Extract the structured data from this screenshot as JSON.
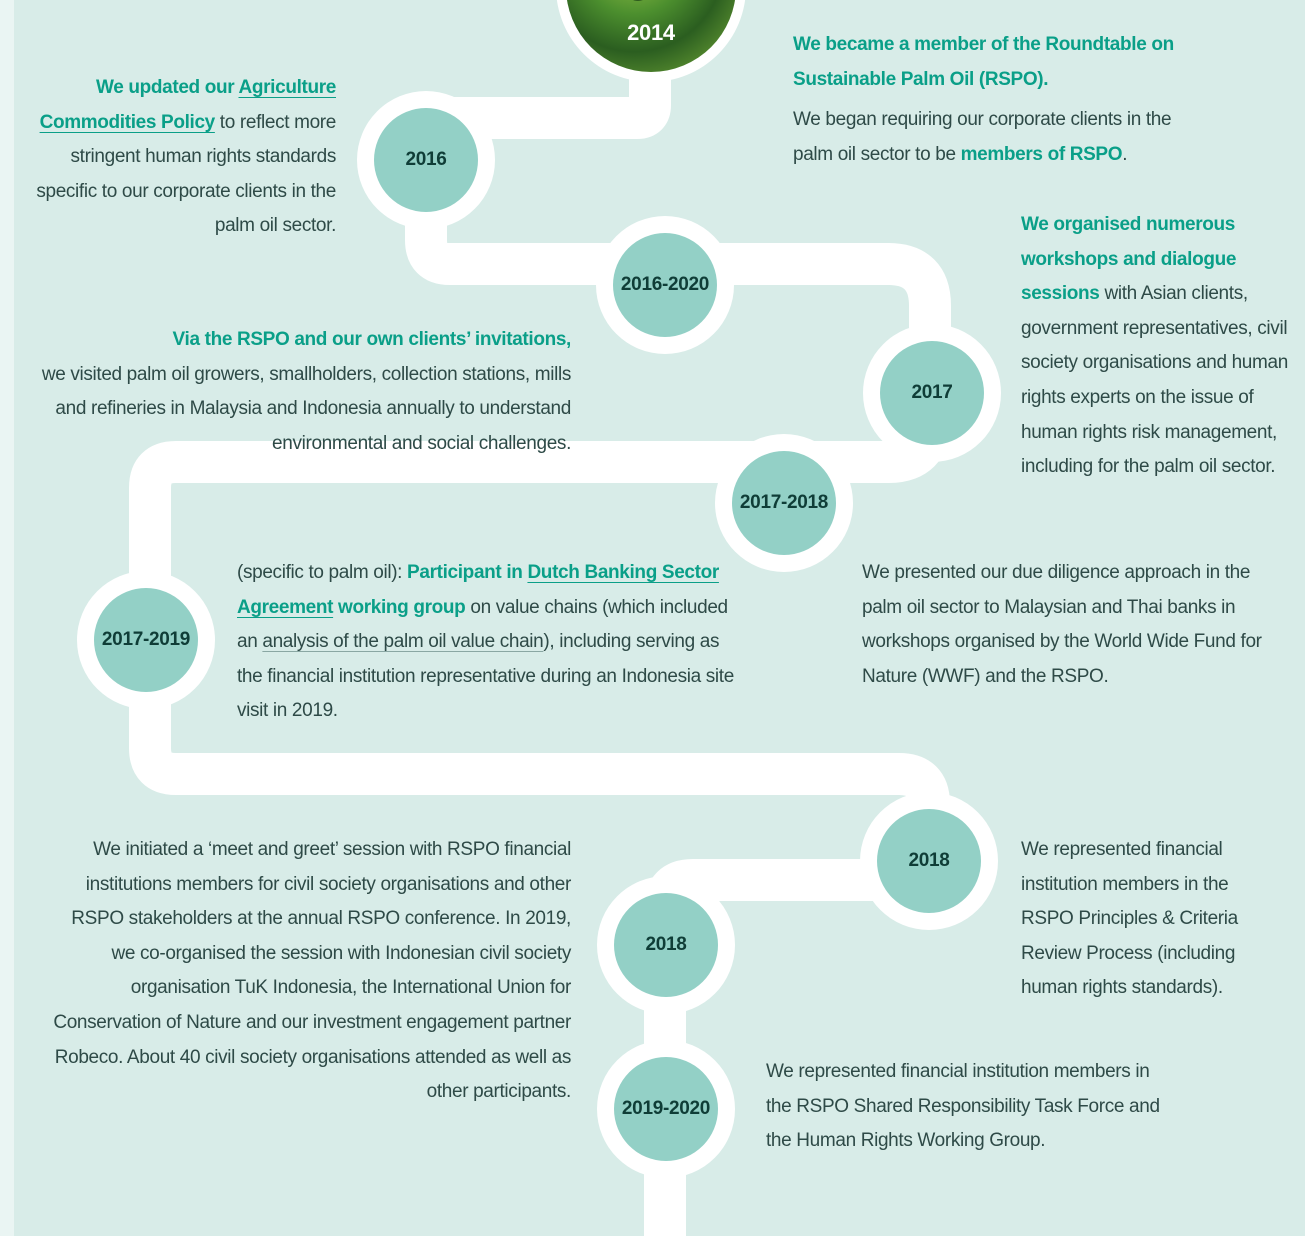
{
  "nodes": {
    "y2014": "2014",
    "y2016": "2016",
    "y2016_2020": "2016-2020",
    "y2017": "2017",
    "y2017_2018": "2017-2018",
    "y2017_2019": "2017-2019",
    "y2018a": "2018",
    "y2018b": "2018",
    "y2019_2020": "2019-2020"
  },
  "entries": {
    "rspo_member": {
      "title": "We became a member of the Roundtable on Sustainable Palm Oil (RSPO).",
      "body_pre": "We began requiring our corporate clients in the palm oil sector to be ",
      "body_link": "members of RSPO",
      "body_post": "."
    },
    "policy": {
      "pre": "We updated our ",
      "link": "Agriculture Commodities Policy",
      "post": " to reflect more stringent human rights standards specific to our corporate clients in the palm oil sector."
    },
    "workshops": {
      "title": "We organised numerous workshops and dialogue sessions",
      "body": " with Asian clients, government representatives, civil society organisations and human rights experts on the issue of human rights risk management, including for the palm oil sector."
    },
    "visits": {
      "title": "Via the RSPO and our own clients’ invitations,",
      "body": "we visited palm oil growers, smallholders, collection stations, mills and refineries in Malaysia and Indonesia annually to understand environmental and social challenges."
    },
    "dbsa": {
      "pre": "(specific to palm oil): ",
      "hl1": "Participant in ",
      "link": "Dutch Banking Sector Agreement",
      "hl2": " working group",
      "mid": " on value chains (which included an ",
      "link2": "analysis of the palm oil value chain",
      "post": "), including serving as the financial institution representative during an Indonesia site visit in 2019."
    },
    "due_diligence": {
      "body": "We presented our due diligence approach in the palm oil sector to Malaysian and Thai banks in workshops organised by the World Wide Fund for Nature (WWF) and the RSPO."
    },
    "meet_greet": {
      "body": "We initiated a ‘meet and greet’ session with RSPO financial institutions members for civil society organisations and other RSPO stakeholders at the annual RSPO conference. In 2019, we co-organised the session with Indonesian civil society organisation TuK Indonesia, the International Union for Conservation of Nature and our investment engagement partner Robeco. About 40 civil society organisations attended as well as other participants."
    },
    "pc_review": {
      "body": "We represented financial institution members in the RSPO Principles & Criteria Review Process (including human rights standards)."
    },
    "task_force": {
      "body": "We represented financial institution members in the RSPO Shared Responsibility Task Force and the Human Rights Working Group."
    }
  },
  "colors": {
    "background": "#d8ece8",
    "path": "#ffffff",
    "node_fill": "#93d0c6",
    "highlight": "#0a9f88",
    "text": "#2e4a47"
  }
}
